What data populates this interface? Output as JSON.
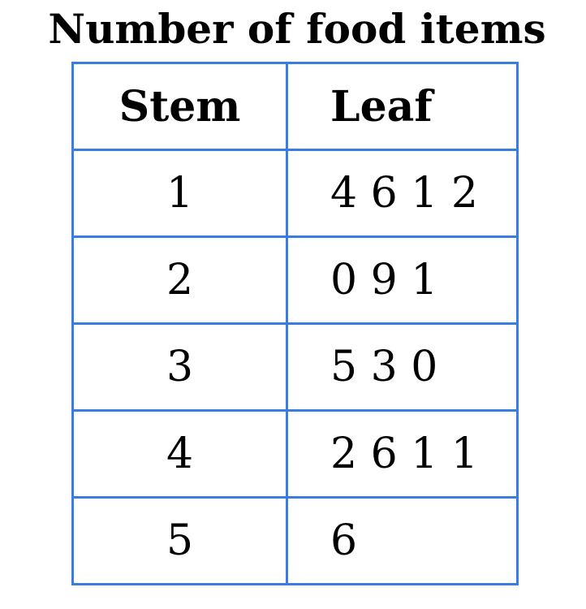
{
  "chart_data": {
    "type": "table",
    "title": "Number of food items",
    "columns": [
      "Stem",
      "Leaf"
    ],
    "rows": [
      {
        "stem": "1",
        "leaves": "4 6 1 2"
      },
      {
        "stem": "2",
        "leaves": "0 9 1"
      },
      {
        "stem": "3",
        "leaves": "5 3 0"
      },
      {
        "stem": "4",
        "leaves": "2 6 1 1"
      },
      {
        "stem": "5",
        "leaves": "6"
      }
    ]
  },
  "colors": {
    "border": "#3a7de0",
    "text": "#000000",
    "background": "#ffffff"
  }
}
